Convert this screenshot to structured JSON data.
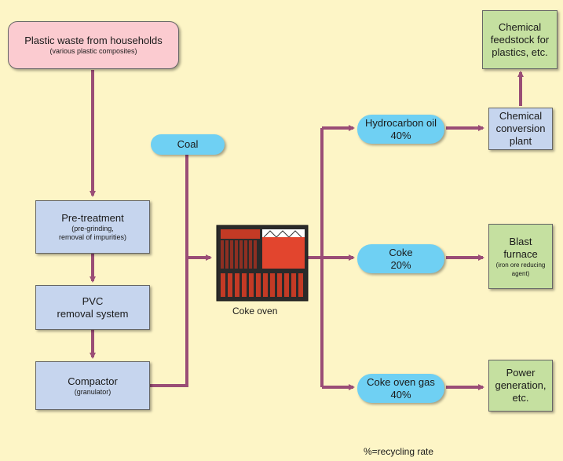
{
  "source": {
    "title": "Plastic waste from households",
    "subtitle": "(various plastic composites)"
  },
  "pretreatment": {
    "title": "Pre-treatment",
    "subtitle_line1": "(pre-grinding,",
    "subtitle_line2": "removal of impurities)"
  },
  "pvc": {
    "line1": "PVC",
    "line2": "removal system"
  },
  "compactor": {
    "title": "Compactor",
    "subtitle": "(granulator)"
  },
  "coal": {
    "label": "Coal"
  },
  "coke_oven": {
    "label": "Coke oven"
  },
  "products": {
    "hydrocarbon": {
      "name": "Hydrocarbon oil",
      "rate": "40%"
    },
    "coke": {
      "name": "Coke",
      "rate": "20%"
    },
    "gas": {
      "name": "Coke oven gas",
      "rate": "40%"
    }
  },
  "destinations": {
    "chemical_plant": {
      "line1": "Chemical",
      "line2": "conversion",
      "line3": "plant"
    },
    "feedstock": {
      "line1": "Chemical",
      "line2": "feedstock for",
      "line3": "plastics, etc."
    },
    "blast_furnace": {
      "line1": "Blast",
      "line2": "furnace",
      "sub1": "(iron ore reducing",
      "sub2": "agent)"
    },
    "power": {
      "line1": "Power",
      "line2": "generation,",
      "line3": "etc."
    }
  },
  "footnote": "%=recycling rate",
  "colors": {
    "arrow": "#9a4d76",
    "source_box": "#fbcbd0",
    "process_box": "#c6d5ee",
    "destination_box": "#c5e0a0",
    "product_pill": "#6fd0f3",
    "background": "#fdf5c6"
  }
}
